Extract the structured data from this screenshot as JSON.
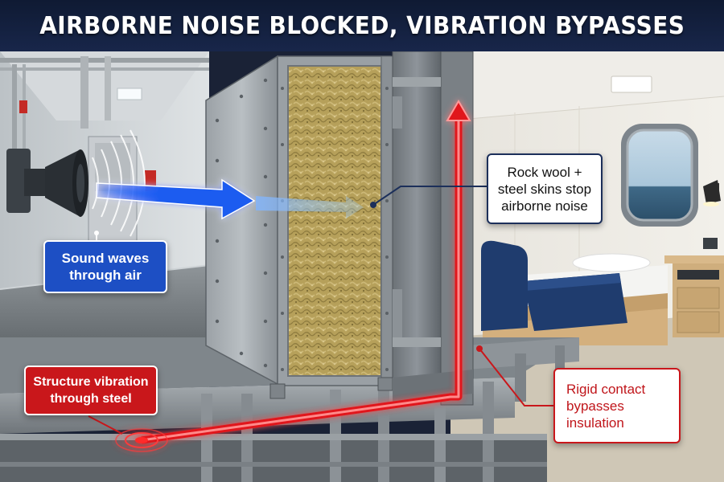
{
  "title": "AIRBORNE NOISE BLOCKED, VIBRATION BYPASSES",
  "callouts": {
    "sound": [
      "Sound waves",
      "through air"
    ],
    "rockwool": [
      "Rock wool +",
      "steel skins stop",
      "airborne noise"
    ],
    "vibration": [
      "Structure vibration",
      "through steel"
    ],
    "rigid": [
      "Rigid contact",
      "bypasses",
      "insulation"
    ]
  },
  "colors": {
    "title_bg": "#0f1a33",
    "sound_blue": "#1d4fc4",
    "vibration_red": "#e0141a",
    "rockwool": "#b8a25a",
    "steel": "#8d9399"
  },
  "icons": [
    "loudspeaker-icon",
    "porthole-window-icon",
    "wall-lamp-icon",
    "ceiling-light-icon",
    "fire-extinguisher-icon"
  ]
}
